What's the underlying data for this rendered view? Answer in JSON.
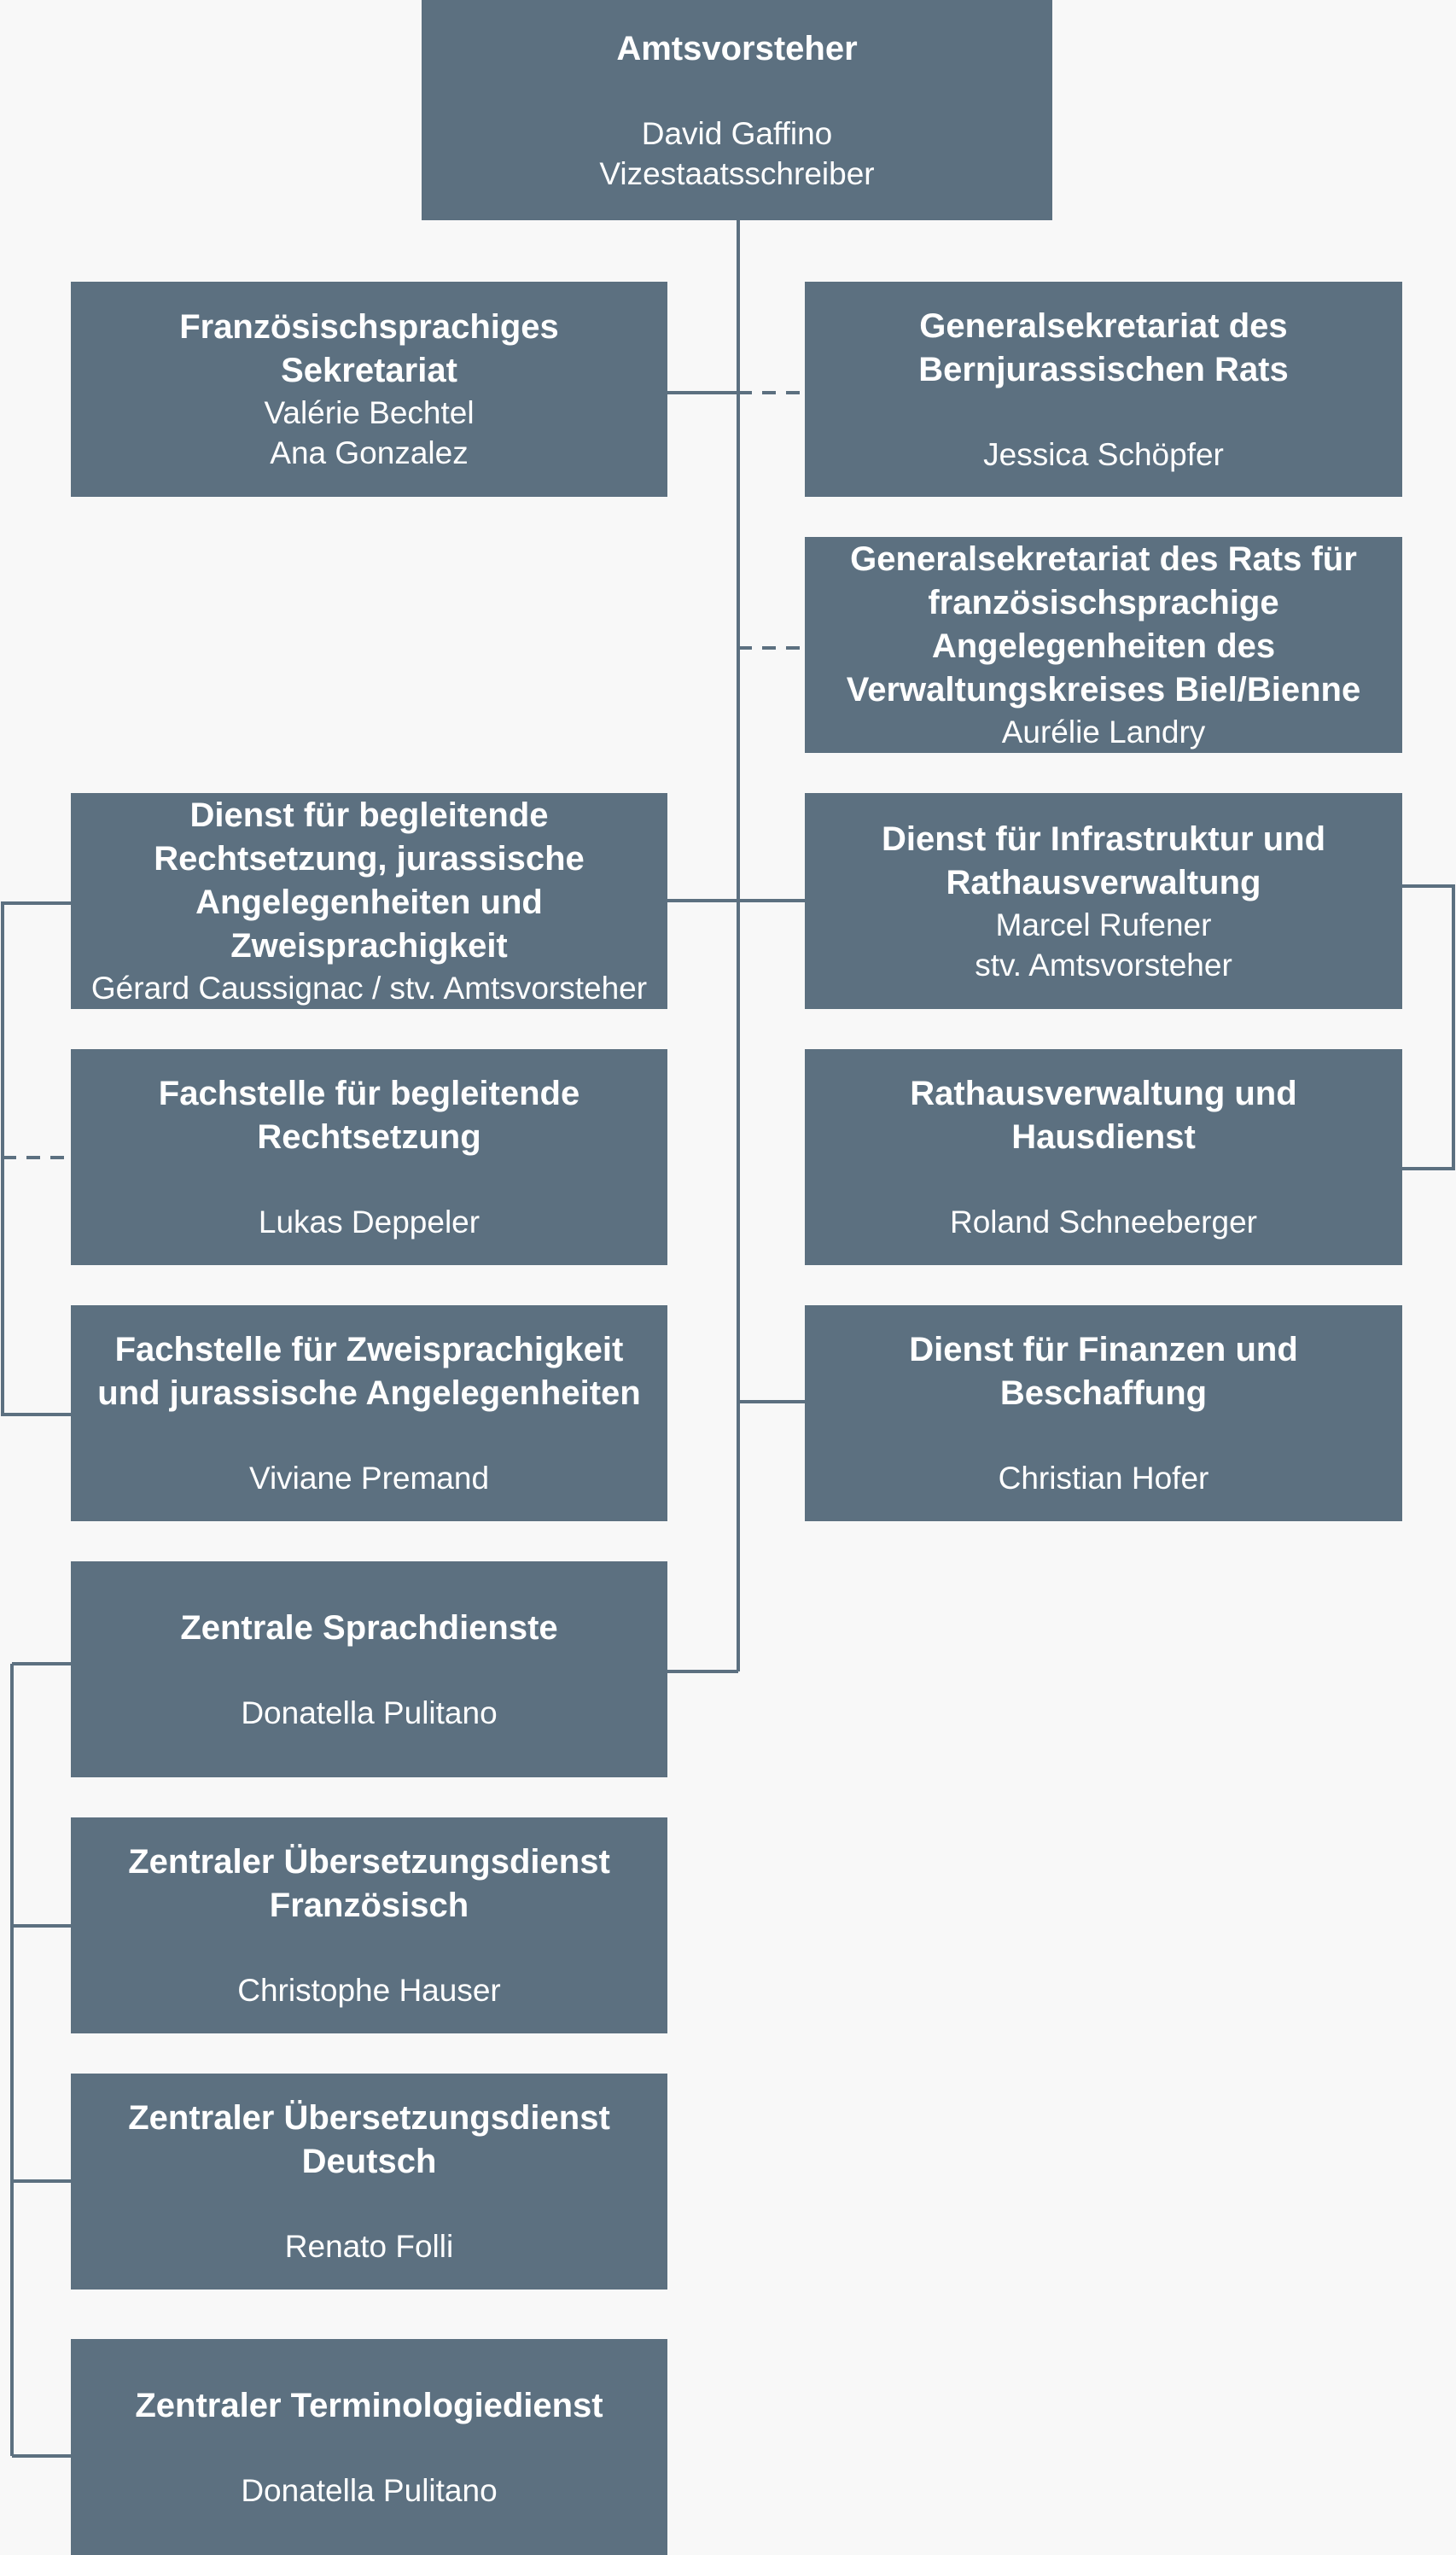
{
  "org": {
    "root": {
      "title": [
        "Amtsvorsteher"
      ],
      "persons": [
        "David Gaffino",
        "Vizestaatsschreiber"
      ]
    },
    "fr_sekretariat": {
      "title": [
        "Französischsprachiges",
        "Sekretariat"
      ],
      "persons": [
        "Valérie Bechtel",
        "Ana Gonzalez"
      ]
    },
    "gs_bernjura": {
      "title": [
        "Generalsekretariat des",
        "Bernjurassischen Rats"
      ],
      "persons": [
        "Jessica Schöpfer"
      ]
    },
    "gs_biel": {
      "title": [
        "Generalsekretariat des Rats für",
        "französischsprachige",
        "Angelegenheiten des",
        "Verwaltungskreises Biel/Bienne"
      ],
      "persons": [
        "Aurélie Landry"
      ]
    },
    "dienst_recht": {
      "title": [
        "Dienst für begleitende",
        "Rechtsetzung, jurassische",
        "Angelegenheiten und",
        "Zweisprachigkeit"
      ],
      "persons": [
        "Gérard Caussignac / stv. Amtsvorsteher"
      ]
    },
    "dienst_infra": {
      "title": [
        "Dienst für Infrastruktur und",
        "Rathausverwaltung"
      ],
      "persons": [
        "Marcel Rufener",
        "stv. Amtsvorsteher"
      ]
    },
    "fach_recht": {
      "title": [
        "Fachstelle für begleitende",
        "Rechtsetzung"
      ],
      "persons": [
        "Lukas Deppeler"
      ]
    },
    "rathaus": {
      "title": [
        "Rathausverwaltung und",
        "Hausdienst"
      ],
      "persons": [
        "Roland Schneeberger"
      ]
    },
    "fach_zweisprach": {
      "title": [
        "Fachstelle für Zweisprachigkeit",
        "und jurassische Angelegenheiten"
      ],
      "persons": [
        "Viviane Premand"
      ]
    },
    "finanzen": {
      "title": [
        "Dienst für Finanzen und",
        "Beschaffung"
      ],
      "persons": [
        "Christian Hofer"
      ]
    },
    "sprachdienste": {
      "title": [
        "Zentrale Sprachdienste"
      ],
      "persons": [
        "Donatella Pulitano"
      ]
    },
    "ueb_fr": {
      "title": [
        "Zentraler Übersetzungsdienst",
        "Französisch"
      ],
      "persons": [
        "Christophe Hauser"
      ]
    },
    "ueb_de": {
      "title": [
        "Zentraler Übersetzungsdienst",
        "Deutsch"
      ],
      "persons": [
        "Renato Folli"
      ]
    },
    "terminologie": {
      "title": [
        "Zentraler Terminologiedienst"
      ],
      "persons": [
        "Donatella Pulitano"
      ]
    }
  },
  "colors": {
    "box": "#5c7080",
    "line": "#5c7080",
    "text": "#ffffff",
    "background": "#f8f8f8"
  }
}
